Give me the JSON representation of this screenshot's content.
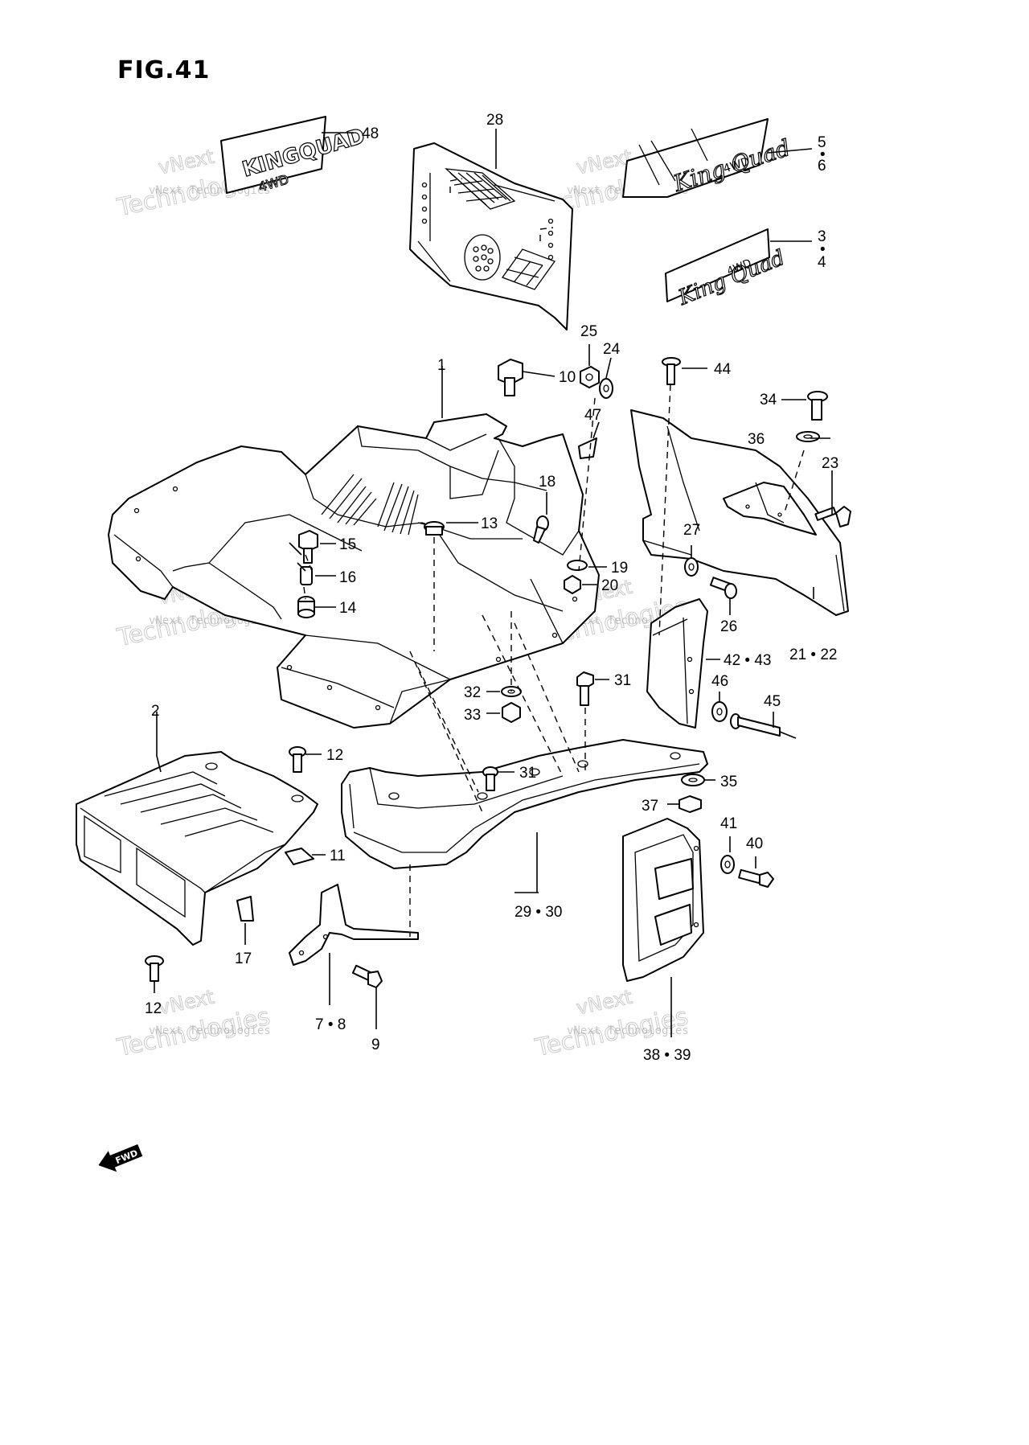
{
  "figure": {
    "title": "FIG.41"
  },
  "direction_badge": "FWD",
  "callouts": [
    {
      "id": "c48",
      "label": "48"
    },
    {
      "id": "c28",
      "label": "28"
    },
    {
      "id": "c5",
      "label": "5"
    },
    {
      "id": "c5dot",
      "label": "•"
    },
    {
      "id": "c6",
      "label": "6"
    },
    {
      "id": "c3",
      "label": "3"
    },
    {
      "id": "c3dot",
      "label": "•"
    },
    {
      "id": "c4",
      "label": "4"
    },
    {
      "id": "c25",
      "label": "25"
    },
    {
      "id": "c24",
      "label": "24"
    },
    {
      "id": "c10",
      "label": "10"
    },
    {
      "id": "c1",
      "label": "1"
    },
    {
      "id": "c44",
      "label": "44"
    },
    {
      "id": "c34",
      "label": "34"
    },
    {
      "id": "c47",
      "label": "47"
    },
    {
      "id": "c36",
      "label": "36"
    },
    {
      "id": "c23",
      "label": "23"
    },
    {
      "id": "c18",
      "label": "18"
    },
    {
      "id": "c13",
      "label": "13"
    },
    {
      "id": "c27",
      "label": "27"
    },
    {
      "id": "c15",
      "label": "15"
    },
    {
      "id": "c19",
      "label": "19"
    },
    {
      "id": "c16",
      "label": "16"
    },
    {
      "id": "c20",
      "label": "20"
    },
    {
      "id": "c14",
      "label": "14"
    },
    {
      "id": "c26",
      "label": "26"
    },
    {
      "id": "c21_22",
      "label": "21 • 22"
    },
    {
      "id": "c42_43",
      "label": "42 • 43"
    },
    {
      "id": "c31a",
      "label": "31"
    },
    {
      "id": "c46",
      "label": "46"
    },
    {
      "id": "c45",
      "label": "45"
    },
    {
      "id": "c32",
      "label": "32"
    },
    {
      "id": "c33",
      "label": "33"
    },
    {
      "id": "c2",
      "label": "2"
    },
    {
      "id": "c12a",
      "label": "12"
    },
    {
      "id": "c31b",
      "label": "31"
    },
    {
      "id": "c35",
      "label": "35"
    },
    {
      "id": "c37",
      "label": "37"
    },
    {
      "id": "c41",
      "label": "41"
    },
    {
      "id": "c40",
      "label": "40"
    },
    {
      "id": "c11",
      "label": "11"
    },
    {
      "id": "c29_30",
      "label": "29 • 30"
    },
    {
      "id": "c17",
      "label": "17"
    },
    {
      "id": "c12b",
      "label": "12"
    },
    {
      "id": "c7_8",
      "label": "7 • 8"
    },
    {
      "id": "c9",
      "label": "9"
    },
    {
      "id": "c38_39",
      "label": "38 • 39"
    }
  ],
  "decals": [
    {
      "id": "decal-48",
      "text": "KING QUAD 4WD"
    },
    {
      "id": "decal-5-6",
      "text": "King Quad 4WD"
    },
    {
      "id": "decal-3-4",
      "text": "King Quad 4WD"
    }
  ],
  "watermark": {
    "line1": "vNext Technologies",
    "line2": "vNext",
    "line3": "Technologies"
  }
}
